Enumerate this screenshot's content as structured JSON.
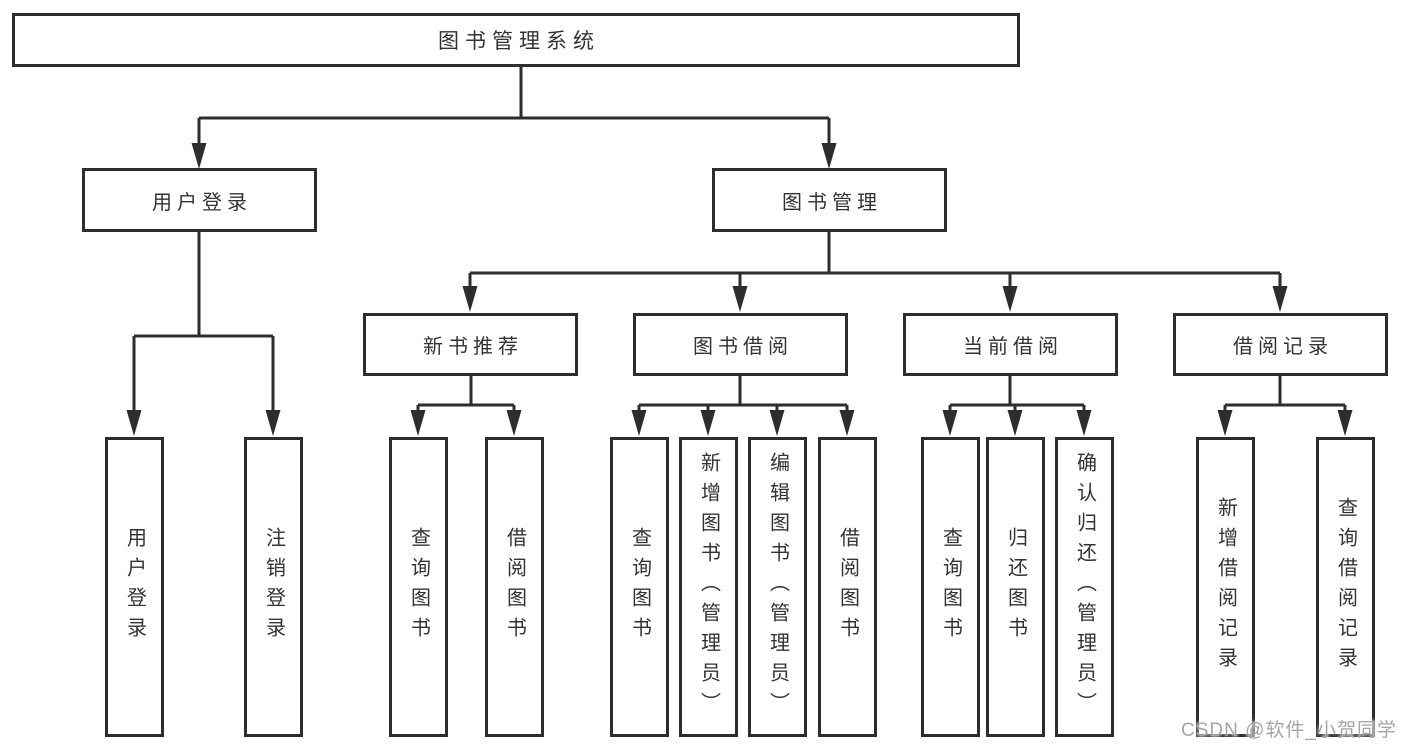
{
  "diagram": {
    "title": "图书管理系统",
    "type": "hierarchy-tree",
    "colors": {
      "line": "#2d2d2d",
      "box_border": "#2d2d2d",
      "box_fill": "#ffffff",
      "text": "#333333",
      "watermark": "#a5a5a5",
      "background": "#ffffff"
    },
    "nodes": {
      "root": "图书管理系统",
      "level2": [
        "用户登录",
        "图书管理"
      ],
      "level3": [
        "新书推荐",
        "图书借阅",
        "当前借阅",
        "借阅记录"
      ],
      "user_login_children": [
        "用户登录",
        "注销登录"
      ],
      "recommend_children": [
        "查询图书",
        "借阅图书"
      ],
      "borrow_children": [
        "查询图书",
        "新增图书（管理员）",
        "编辑图书（管理员）",
        "借阅图书"
      ],
      "current_children": [
        "查询图书",
        "归还图书",
        "确认归还（管理员）"
      ],
      "records_children": [
        "新增借阅记录",
        "查询借阅记录"
      ]
    }
  },
  "watermark": "CSDN @软件_小贺同学"
}
